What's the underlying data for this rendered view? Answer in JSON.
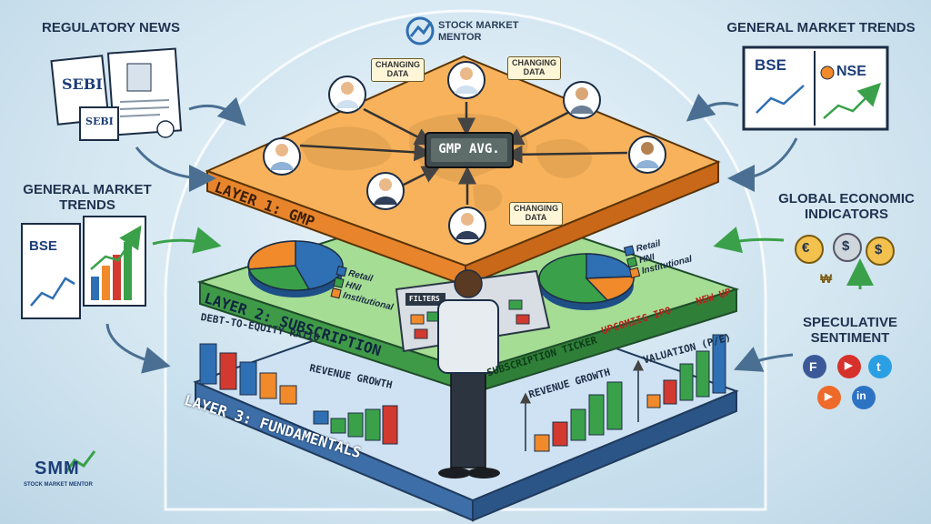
{
  "brand": {
    "name_line1": "STOCK MARKET",
    "name_line2": "MENTOR",
    "logo_letters": "SMM",
    "logo_caption": "STOCK MARKET MENTOR"
  },
  "left": {
    "regulatory_news": {
      "title": "REGULATORY NEWS",
      "logo_text": "SEBI",
      "logo_text_2": "SEBI"
    },
    "market_trends": {
      "title_line1": "GENERAL MARKET",
      "title_line2": "TRENDS",
      "exchange": "BSE"
    }
  },
  "right": {
    "market_trends": {
      "title": "GENERAL MARKET TRENDS",
      "exchange_1": "BSE",
      "exchange_2": "NSE"
    },
    "global_indicators": {
      "title_line1": "GLOBAL ECONOMIC",
      "title_line2": "INDICATORS",
      "symbols": [
        "€",
        "$",
        "$",
        "₩"
      ]
    },
    "speculative": {
      "title_line1": "SPECULATIVE",
      "title_line2": "SENTIMENT",
      "icons": [
        "f",
        "▶",
        "t",
        "▶",
        "in"
      ]
    }
  },
  "layer1": {
    "title": "LAYER 1: GMP",
    "center_label": "GMP AVG.",
    "tags": [
      {
        "line1": "CHANGING",
        "line2": "DATA"
      },
      {
        "line1": "CHANGING",
        "line2": "DATA"
      },
      {
        "line1": "CHANGING",
        "line2": "DATA"
      }
    ]
  },
  "layer2": {
    "title": "LAYER 2: SUBSCRIPTION",
    "legend_left": [
      "Retail",
      "HNI",
      "Institutional"
    ],
    "legend_right": [
      "Retail",
      "HNI",
      "Institutional"
    ],
    "ticker": "SUBSCRIPTION TICKER",
    "ticker_2": "UPCOMIIG IPO",
    "ticker_3": "NEW UP",
    "filters_label": "FILTERS",
    "colors": {
      "retail": "#2f6fb3",
      "hni": "#3aa14a",
      "institutional": "#f08a2a"
    }
  },
  "layer3": {
    "title": "LAYER 3: FUNDAMENTALS",
    "metrics": [
      "DEBT-TO-EQUITY RATIO",
      "REVENUE GROWTH",
      "REVENUE GROWTH",
      "VALUATION (P/E)"
    ]
  }
}
